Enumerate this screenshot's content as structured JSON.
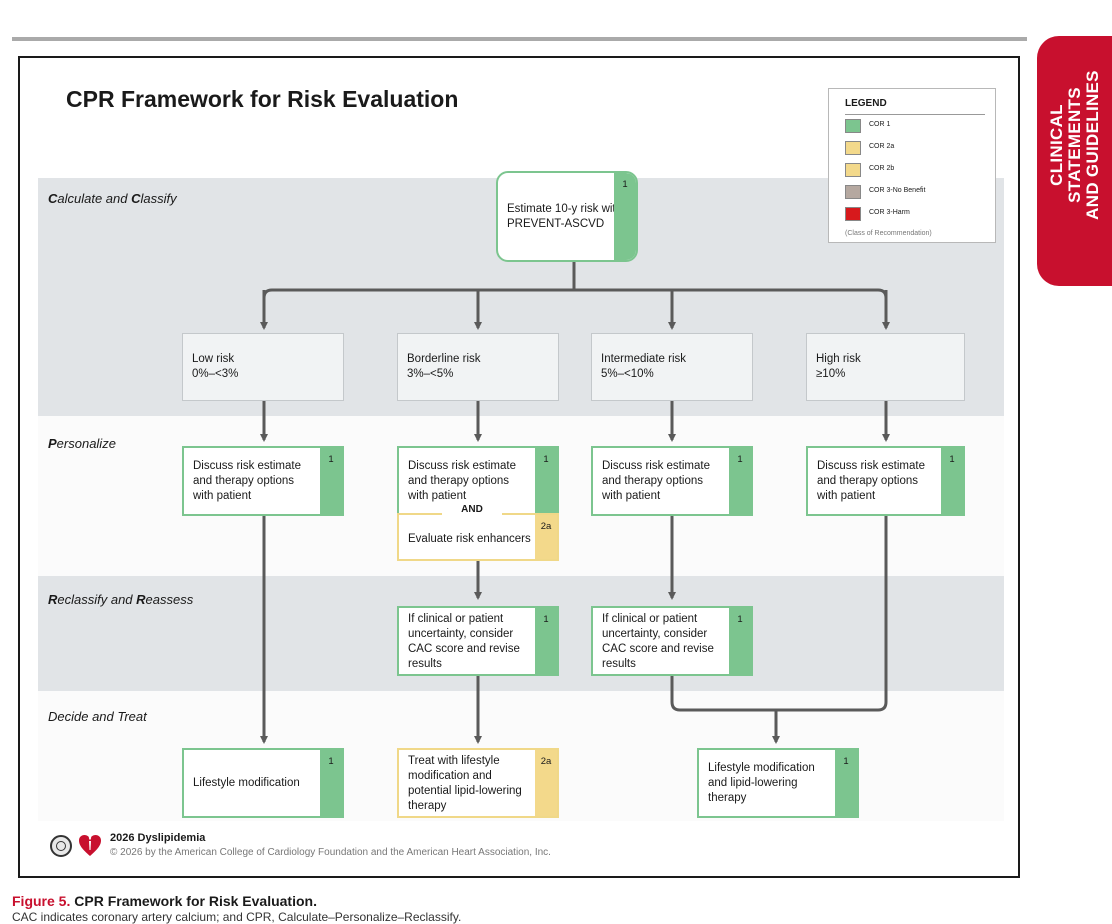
{
  "side_tab": {
    "line1": "CLINICAL STATEMENTS",
    "line2": "AND GUIDELINES"
  },
  "title": "CPR Framework for Risk Evaluation",
  "legend": {
    "title": "LEGEND",
    "items": [
      {
        "label": "COR 1",
        "color": "#7cc58f"
      },
      {
        "label": "COR 2a",
        "color": "#f3d98b"
      },
      {
        "label": "COR 2b",
        "color": "#f3d98b"
      },
      {
        "label": "COR 3-No Benefit",
        "color": "#b5a8a0"
      },
      {
        "label": "COR 3-Harm",
        "color": "#d7191c"
      }
    ],
    "note": "(Class of Recommendation)"
  },
  "sections": {
    "calculate": {
      "b1": "C",
      "t1": "alculate and ",
      "b2": "C",
      "t2": "lassify"
    },
    "personalize": {
      "b1": "P",
      "t1": "ersonalize"
    },
    "reclassify": {
      "b1": "R",
      "t1": "eclassify and ",
      "b2": "R",
      "t2": "eassess"
    },
    "decide": {
      "t1": "Decide and Treat"
    }
  },
  "start": {
    "line1": "Estimate 10-y risk with",
    "line2": "PREVENT-ASCVD",
    "cor": "1"
  },
  "risk_levels": [
    {
      "name": "Low risk",
      "range": "0%–<3%"
    },
    {
      "name": "Borderline risk",
      "range": "3%–<5%"
    },
    {
      "name": "Intermediate risk",
      "range": "5%–<10%"
    },
    {
      "name": "High risk",
      "range": "≥10%"
    }
  ],
  "discuss": {
    "line1": "Discuss risk estimate",
    "line2": "and therapy options",
    "line3": "with patient",
    "cor": "1"
  },
  "and_label": "AND",
  "enhancers": {
    "text": "Evaluate risk enhancers",
    "cor": "2a"
  },
  "cac": {
    "line1": "If clinical or patient",
    "line2": "uncertainty, consider",
    "line3": "CAC score and revise",
    "line4": "results",
    "cor": "1"
  },
  "treat_low": {
    "text": "Lifestyle modification",
    "cor": "1"
  },
  "treat_borderline": {
    "line1": "Treat with lifestyle",
    "line2": "modification and",
    "line3": "potential lipid-lowering",
    "line4": "therapy",
    "cor": "2a"
  },
  "treat_high": {
    "line1": "Lifestyle modification",
    "line2": "and lipid-lowering",
    "line3": "therapy",
    "cor": "1"
  },
  "footer": {
    "guideline": "2026 Dyslipidemia",
    "copyright": "© 2026 by the American College of Cardiology Foundation and the American Heart Association, Inc."
  },
  "caption": {
    "label": "Figure 5.",
    "title": "CPR Framework for Risk Evaluation.",
    "description": "CAC indicates coronary artery calcium; and CPR, Calculate–Personalize–Reclassify."
  }
}
